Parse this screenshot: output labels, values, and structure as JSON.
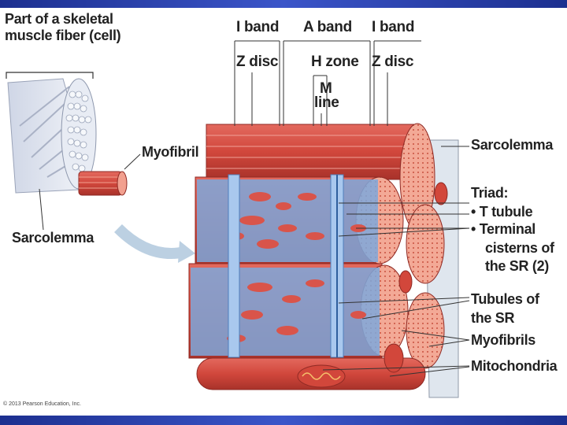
{
  "slide": {
    "top_bar_color": "#2a43b3",
    "bottom_bar_color": "#2a43b3"
  },
  "diagram": {
    "title_line1": "Part of a skeletal",
    "title_line2": "muscle fiber (cell)",
    "myofibril_label": "Myofibril",
    "sarcolemma_left_label": "Sarcolemma",
    "i_band_left": "I band",
    "a_band": "A band",
    "i_band_right": "I band",
    "z_disc_left": "Z disc",
    "h_zone": "H zone",
    "z_disc_right": "Z disc",
    "m_line_1": "M",
    "m_line_2": "line",
    "sarcolemma_right_label": "Sarcolemma",
    "triad": "Triad:",
    "t_tubule": "• T tubule",
    "terminal_1": "• Terminal",
    "terminal_2": "cisterns of",
    "terminal_3": "the SR (2)",
    "tubules_1": "Tubules of",
    "tubules_2": "the SR",
    "myofibrils": "Myofibrils",
    "mitochondria": "Mitochondria",
    "copyright": "© 2013 Pearson Education, Inc.",
    "colors": {
      "muscle": "#d9534a",
      "muscle_dark": "#b33a32",
      "sr_blue": "#6f9fd8",
      "sr_light": "#a9c8ee",
      "myofibril_end": "#f2a08f",
      "sarcolemma": "#dde4ec"
    }
  }
}
